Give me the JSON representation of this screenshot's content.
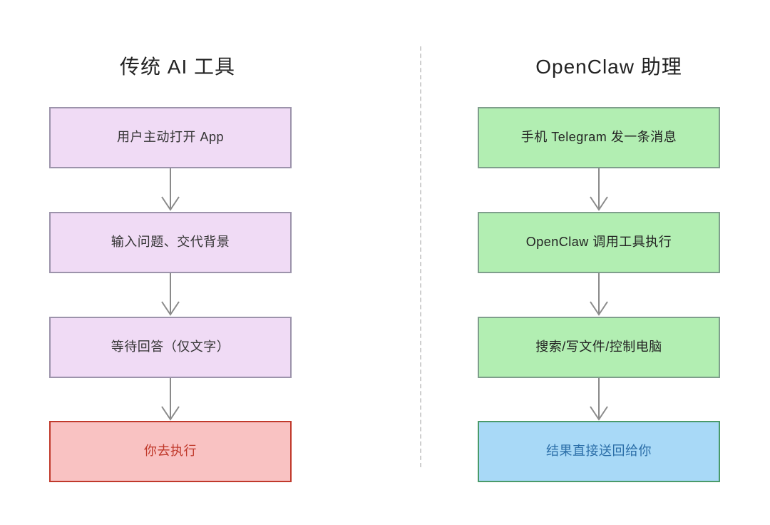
{
  "diagram": {
    "type": "comparison-flowchart",
    "background_color": "#ffffff",
    "divider": {
      "style": "dashed-vertical",
      "color": "#cfcfcf"
    },
    "columns": [
      {
        "id": "traditional",
        "title": "传统 AI 工具",
        "nodes": [
          {
            "label": "用户主动打开 App",
            "fill": "#f0dbf5",
            "border": "#9c93ab",
            "text_color": "#333333"
          },
          {
            "label": "输入问题、交代背景",
            "fill": "#f0dbf5",
            "border": "#9c93ab",
            "text_color": "#333333"
          },
          {
            "label": "等待回答（仅文字）",
            "fill": "#f0dbf5",
            "border": "#9c93ab",
            "text_color": "#333333"
          },
          {
            "label": "你去执行",
            "fill": "#f9c2c2",
            "border": "#c0392b",
            "text_color": "#c0392b"
          }
        ]
      },
      {
        "id": "openclaw",
        "title": "OpenClaw 助理",
        "nodes": [
          {
            "label": "手机 Telegram 发一条消息",
            "fill": "#b2eeb2",
            "border": "#7f9e8c",
            "text_color": "#222222"
          },
          {
            "label": "OpenClaw 调用工具执行",
            "fill": "#b2eeb2",
            "border": "#7f9e8c",
            "text_color": "#222222"
          },
          {
            "label": "搜索/写文件/控制电脑",
            "fill": "#b2eeb2",
            "border": "#7f9e8c",
            "text_color": "#222222"
          },
          {
            "label": "结果直接送回给你",
            "fill": "#a8d9f7",
            "border": "#4a9a6a",
            "text_color": "#2b6ea8"
          }
        ]
      }
    ],
    "arrow": {
      "color": "#8a8a8a",
      "direction": "down",
      "icon": "arrow-down-icon"
    }
  }
}
